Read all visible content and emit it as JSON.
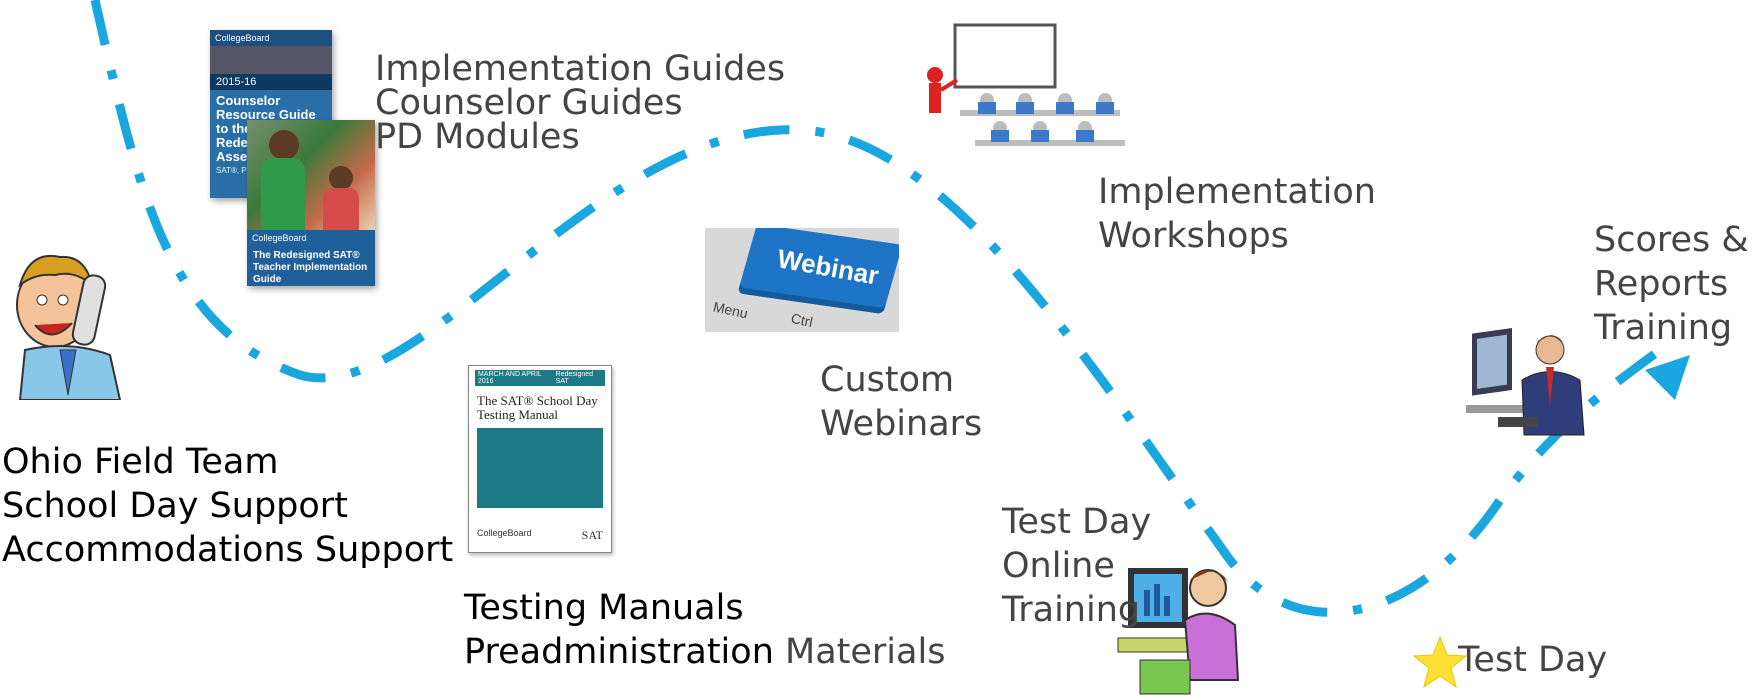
{
  "labels": {
    "field_team": [
      "Ohio Field Team",
      "School Day Support",
      "Accommodations Support"
    ],
    "guides": [
      "Implementation Guides",
      "Counselor Guides",
      "PD Modules"
    ],
    "manuals_line1": "Testing Manuals",
    "manuals_line2a": "Preadministration",
    "manuals_line2b": " Materials",
    "webinars": [
      "Custom",
      "Webinars"
    ],
    "workshops": [
      "Implementation",
      "Workshops"
    ],
    "online_training": [
      "Test Day",
      "Online",
      "Training"
    ],
    "test_day": "Test Day",
    "scores": [
      "Scores &",
      "Reports",
      "Training"
    ]
  },
  "covers": {
    "counselor": {
      "brand": "CollegeBoard",
      "year": "2015-16",
      "title": "Counselor Resource Guide to the Redesigned Assess...",
      "sub": "SAT®, PSAT... PSAT™ 10, a..."
    },
    "teacher": {
      "brand": "CollegeBoard",
      "title": "The Redesigned SAT® Teacher Implementation Guide"
    },
    "manual": {
      "tag": "MARCH AND APRIL 2016",
      "tag_right": "Redesigned SAT",
      "title": "The SAT® School Day Testing Manual",
      "brand": "CollegeBoard",
      "mark": "SAT"
    },
    "webinar_key": "Webinar",
    "key_menu": "Menu",
    "key_ctrl": "Ctrl"
  },
  "colors": {
    "path": "#1aa7e0",
    "label": "#444444",
    "cover_blue": "#2a6ea8",
    "manual_teal": "#1c7a86",
    "key_blue": "#1e74c6",
    "star": "#ffe033"
  },
  "icons": {
    "phone_person": "person-on-phone-icon",
    "classroom": "presenter-classroom-icon",
    "computer_student": "student-at-computer-icon",
    "business_computer": "businessman-at-computer-icon",
    "star": "star-icon"
  }
}
